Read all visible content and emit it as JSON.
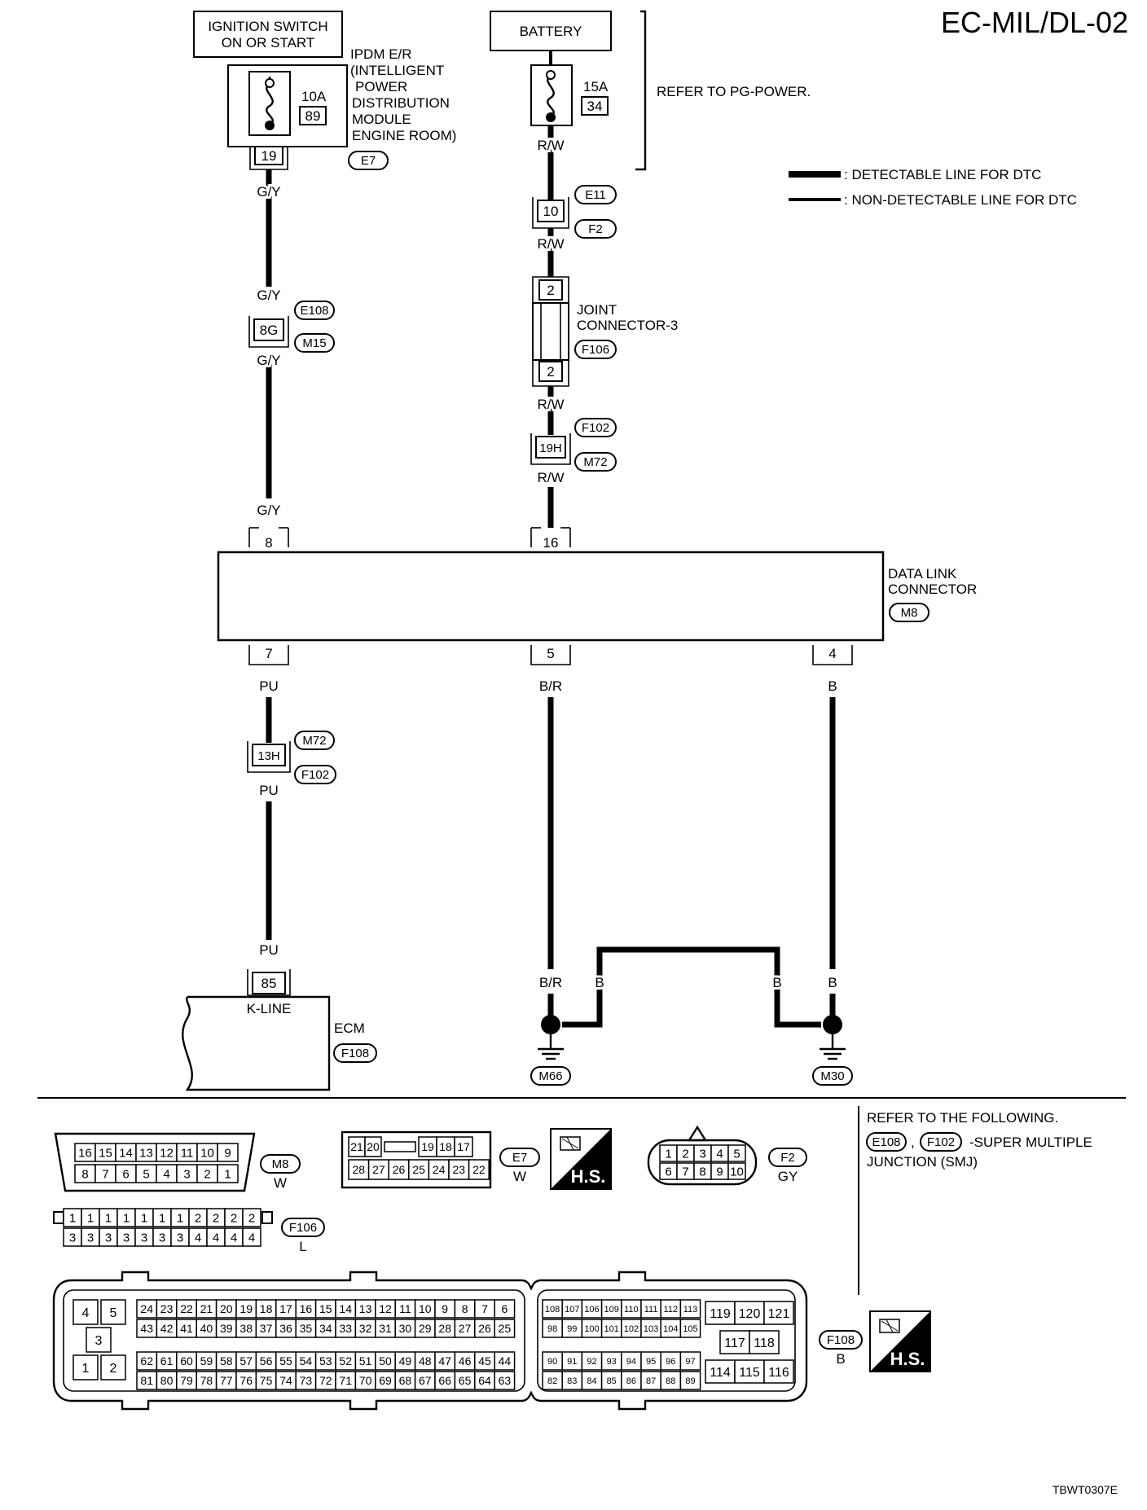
{
  "page": {
    "title": "EC-MIL/DL-02",
    "code": "TBWT0307E"
  },
  "legend": {
    "detectable": ": DETECTABLE LINE FOR DTC",
    "non_detectable": ": NON-DETECTABLE LINE FOR DTC"
  },
  "sources": {
    "ignition": [
      "IGNITION SWITCH",
      "ON OR START"
    ],
    "battery": "BATTERY",
    "refer_pg": "REFER TO PG-POWER."
  },
  "ipdm": {
    "lines": [
      "IPDM E/R",
      "(INTELLIGENT",
      "POWER",
      "DISTRIBUTION",
      "MODULE",
      "ENGINE ROOM)"
    ],
    "connector": "E7",
    "fuse_amp": "10A",
    "fuse_no": "89",
    "terminal": "19"
  },
  "battery_fuse": {
    "fuse_amp": "15A",
    "fuse_no": "34"
  },
  "left_wire": {
    "colors": [
      "G/Y",
      "G/Y",
      "G/Y",
      "G/Y"
    ],
    "junction_term": "8G",
    "junction_conn": [
      "E108",
      "M15"
    ]
  },
  "right_wire": {
    "colors": [
      "R/W",
      "R/W",
      "R/W",
      "R/W"
    ],
    "term10": "10",
    "conn10": [
      "E11",
      "F2"
    ],
    "joint_term_top": "2",
    "joint_term_bottom": "2",
    "joint_label": [
      "JOINT",
      "CONNECTOR-3"
    ],
    "joint_conn": "F106",
    "junction_term": "19H",
    "junction_conn": [
      "F102",
      "M72"
    ],
    "last_color": "R/W"
  },
  "dlc": {
    "label": [
      "DATA LINK",
      "CONNECTOR"
    ],
    "connector": "M8",
    "pins_top": [
      "8",
      "16"
    ],
    "pins_bottom": [
      "7",
      "5",
      "4"
    ]
  },
  "bottom_wires": {
    "pu_colors": [
      "PU",
      "PU",
      "PU"
    ],
    "pu_junction_term": "13H",
    "pu_junction_conn": [
      "M72",
      "F102"
    ],
    "br_colors": [
      "B/R",
      "B/R"
    ],
    "b_colors": [
      "B",
      "B"
    ],
    "bridge_labels": [
      "B",
      "B"
    ]
  },
  "ecm": {
    "pin": "85",
    "kline": "K-LINE",
    "label": "ECM",
    "connector": "F108"
  },
  "grounds": [
    "M66",
    "M30"
  ],
  "refer_following": {
    "line1": "REFER TO THE FOLLOWING.",
    "conns": [
      "E108",
      "F102"
    ],
    "sep": ",",
    "suffix": "-SUPER MULTIPLE",
    "line3": "JUNCTION (SMJ)"
  },
  "connector_views": {
    "m8": {
      "id": "M8",
      "color": "W",
      "top": [
        "16",
        "15",
        "14",
        "13",
        "12",
        "11",
        "10",
        "9"
      ],
      "bottom": [
        "8",
        "7",
        "6",
        "5",
        "4",
        "3",
        "2",
        "1"
      ]
    },
    "e7": {
      "id": "E7",
      "color": "W",
      "top": [
        "21",
        "20",
        "",
        "19",
        "18",
        "17"
      ],
      "bottom": [
        "28",
        "27",
        "26",
        "25",
        "24",
        "23",
        "22"
      ],
      "hs": "H.S."
    },
    "f2": {
      "id": "F2",
      "color": "GY",
      "top": [
        "1",
        "2",
        "3",
        "4",
        "5"
      ],
      "bottom": [
        "6",
        "7",
        "8",
        "9",
        "10"
      ]
    },
    "f106": {
      "id": "F106",
      "color": "L",
      "top": [
        "1",
        "1",
        "1",
        "1",
        "1",
        "1",
        "1",
        "2",
        "2",
        "2",
        "2"
      ],
      "bottom": [
        "3",
        "3",
        "3",
        "3",
        "3",
        "3",
        "3",
        "4",
        "4",
        "4",
        "4"
      ]
    },
    "f108": {
      "id": "F108",
      "color": "B",
      "hs": "H.S.",
      "left_block": [
        "4",
        "5",
        "3",
        "1",
        "2"
      ],
      "main_rows": [
        [
          "24",
          "23",
          "22",
          "21",
          "20",
          "19",
          "18",
          "17",
          "16",
          "15",
          "14",
          "13",
          "12",
          "11",
          "10",
          "9",
          "8",
          "7",
          "6"
        ],
        [
          "43",
          "42",
          "41",
          "40",
          "39",
          "38",
          "37",
          "36",
          "35",
          "34",
          "33",
          "32",
          "31",
          "30",
          "29",
          "28",
          "27",
          "26",
          "25"
        ],
        [
          "62",
          "61",
          "60",
          "59",
          "58",
          "57",
          "56",
          "55",
          "54",
          "53",
          "52",
          "51",
          "50",
          "49",
          "48",
          "47",
          "46",
          "45",
          "44"
        ],
        [
          "81",
          "80",
          "79",
          "78",
          "77",
          "76",
          "75",
          "74",
          "73",
          "72",
          "71",
          "70",
          "69",
          "68",
          "67",
          "66",
          "65",
          "64",
          "63"
        ]
      ],
      "mid_rows": [
        [
          "108",
          "107",
          "106",
          "109",
          "110",
          "111",
          "112",
          "113"
        ],
        [
          "98",
          "99",
          "100",
          "101",
          "102",
          "103",
          "104",
          "105"
        ],
        [
          "90",
          "91",
          "92",
          "93",
          "94",
          "95",
          "96",
          "97"
        ],
        [
          "82",
          "83",
          "84",
          "85",
          "86",
          "87",
          "88",
          "89"
        ]
      ],
      "right_block": [
        "119",
        "120",
        "121",
        "117",
        "118",
        "114",
        "115",
        "116"
      ]
    }
  }
}
